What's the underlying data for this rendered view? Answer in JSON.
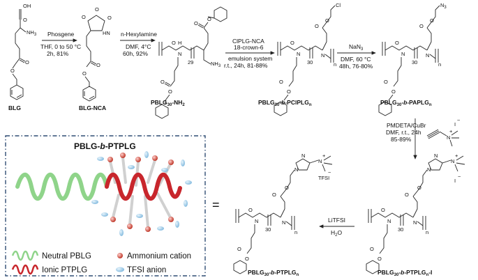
{
  "compounds": {
    "blg": "BLG",
    "blg_nca": "BLG-NCA",
    "pblg_nh2": {
      "main": "PBLG",
      "n": "30",
      "suffix": "-NH",
      "sub2": "2"
    },
    "pclplg": {
      "main": "PBLG",
      "n": "30",
      "b": "-b-",
      "tail": "PClPLG",
      "sub": "n"
    },
    "paplg": {
      "main": "PBLG",
      "n": "30",
      "b": "-b-",
      "tail": "PAPLG",
      "sub": "n"
    },
    "ptplg_i": {
      "main": "PBLG",
      "n": "30",
      "b": "-b-",
      "tail": "PTPLG",
      "sub": "n",
      "suffix": "-I"
    },
    "ptplg": {
      "main": "PBLG",
      "n": "30",
      "b": "-b-",
      "tail": "PTPLG",
      "sub": "n"
    }
  },
  "steps": {
    "s1": {
      "top": "Phosgene",
      "l1": "THF, 0 to 50 °C",
      "l2": "2h, 81%"
    },
    "s2": {
      "top": "n-Hexylamine",
      "l1": "DMF, 4°C",
      "l2": "60h, 92%"
    },
    "s3": {
      "top": "ClPLG-NCA",
      "t2": "18-crown-6",
      "l1": "emulsion system",
      "l2": "r.t., 24h, 81-88%"
    },
    "s4": {
      "top": "NaN",
      "top_sub": "3",
      "l1": "DMF, 60 °C",
      "l2": "48h, 76-80%"
    },
    "s5": {
      "l1": "PMDETA/CuBr",
      "l2": "DMF, r.t., 24h",
      "l3": "85-89%"
    },
    "s6": {
      "top": "LiTFSI",
      "l1": "H",
      "l1_sub": "2",
      "l1_end": "O"
    }
  },
  "atoms": {
    "OH": "OH",
    "NH2": "NH",
    "O": "O",
    "N": "N",
    "H": "H",
    "HN": "HN",
    "Cl": "Cl",
    "N3": "N",
    "N3_sub": "3",
    "I": "I",
    "TFSI": "TFSI",
    "plus": "+",
    "minus": "−"
  },
  "repeat": {
    "r29": "29",
    "r30": "30",
    "n": "n"
  },
  "panel": {
    "title": {
      "main": "PBLG-",
      "ital": "b",
      "end": "-PTPLG"
    },
    "legend": {
      "neutral": "Neutral PBLG",
      "ionic": "Ionic PTPLG",
      "ammonium": "Ammonium cation",
      "tfsi": "TFSI anion"
    },
    "equals": "="
  },
  "colors": {
    "neutral_helix": "#8fd48a",
    "ionic_helix": "#c8262c",
    "ammonium": "#d9534f",
    "tfsi": "#9fcde8",
    "panel_border": "#2f4c73"
  }
}
